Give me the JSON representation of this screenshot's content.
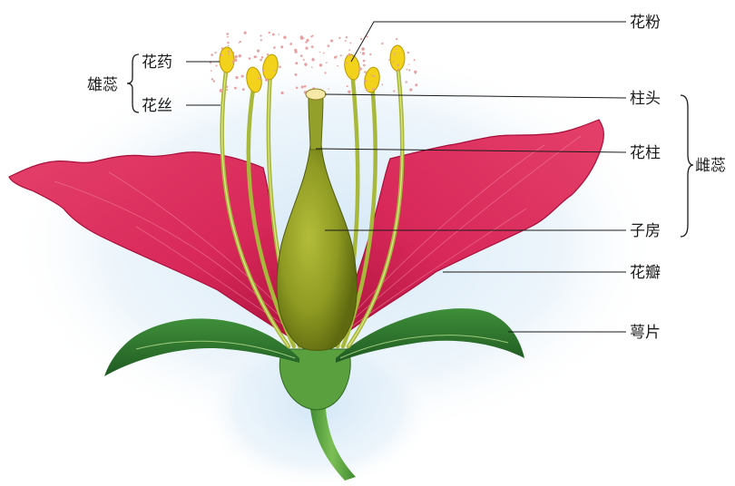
{
  "labels": {
    "stamen": "雄蕊",
    "anther": "花药",
    "filament": "花丝",
    "pollen": "花粉",
    "stigma": "柱头",
    "style": "花柱",
    "ovary": "子房",
    "pistil": "雌蕊",
    "petal": "花瓣",
    "sepal": "萼片"
  },
  "colors": {
    "petal": "#d8285a",
    "petal_dark": "#b3123f",
    "petal_light": "#ee5a80",
    "sepal": "#2f7a2e",
    "stem": "#4e9a3a",
    "pistil": "#8a9620",
    "filament": "#a8b83a",
    "anther": "#f2d21a",
    "pollen": "#e8a0a0",
    "halo": "#dcecf8"
  }
}
